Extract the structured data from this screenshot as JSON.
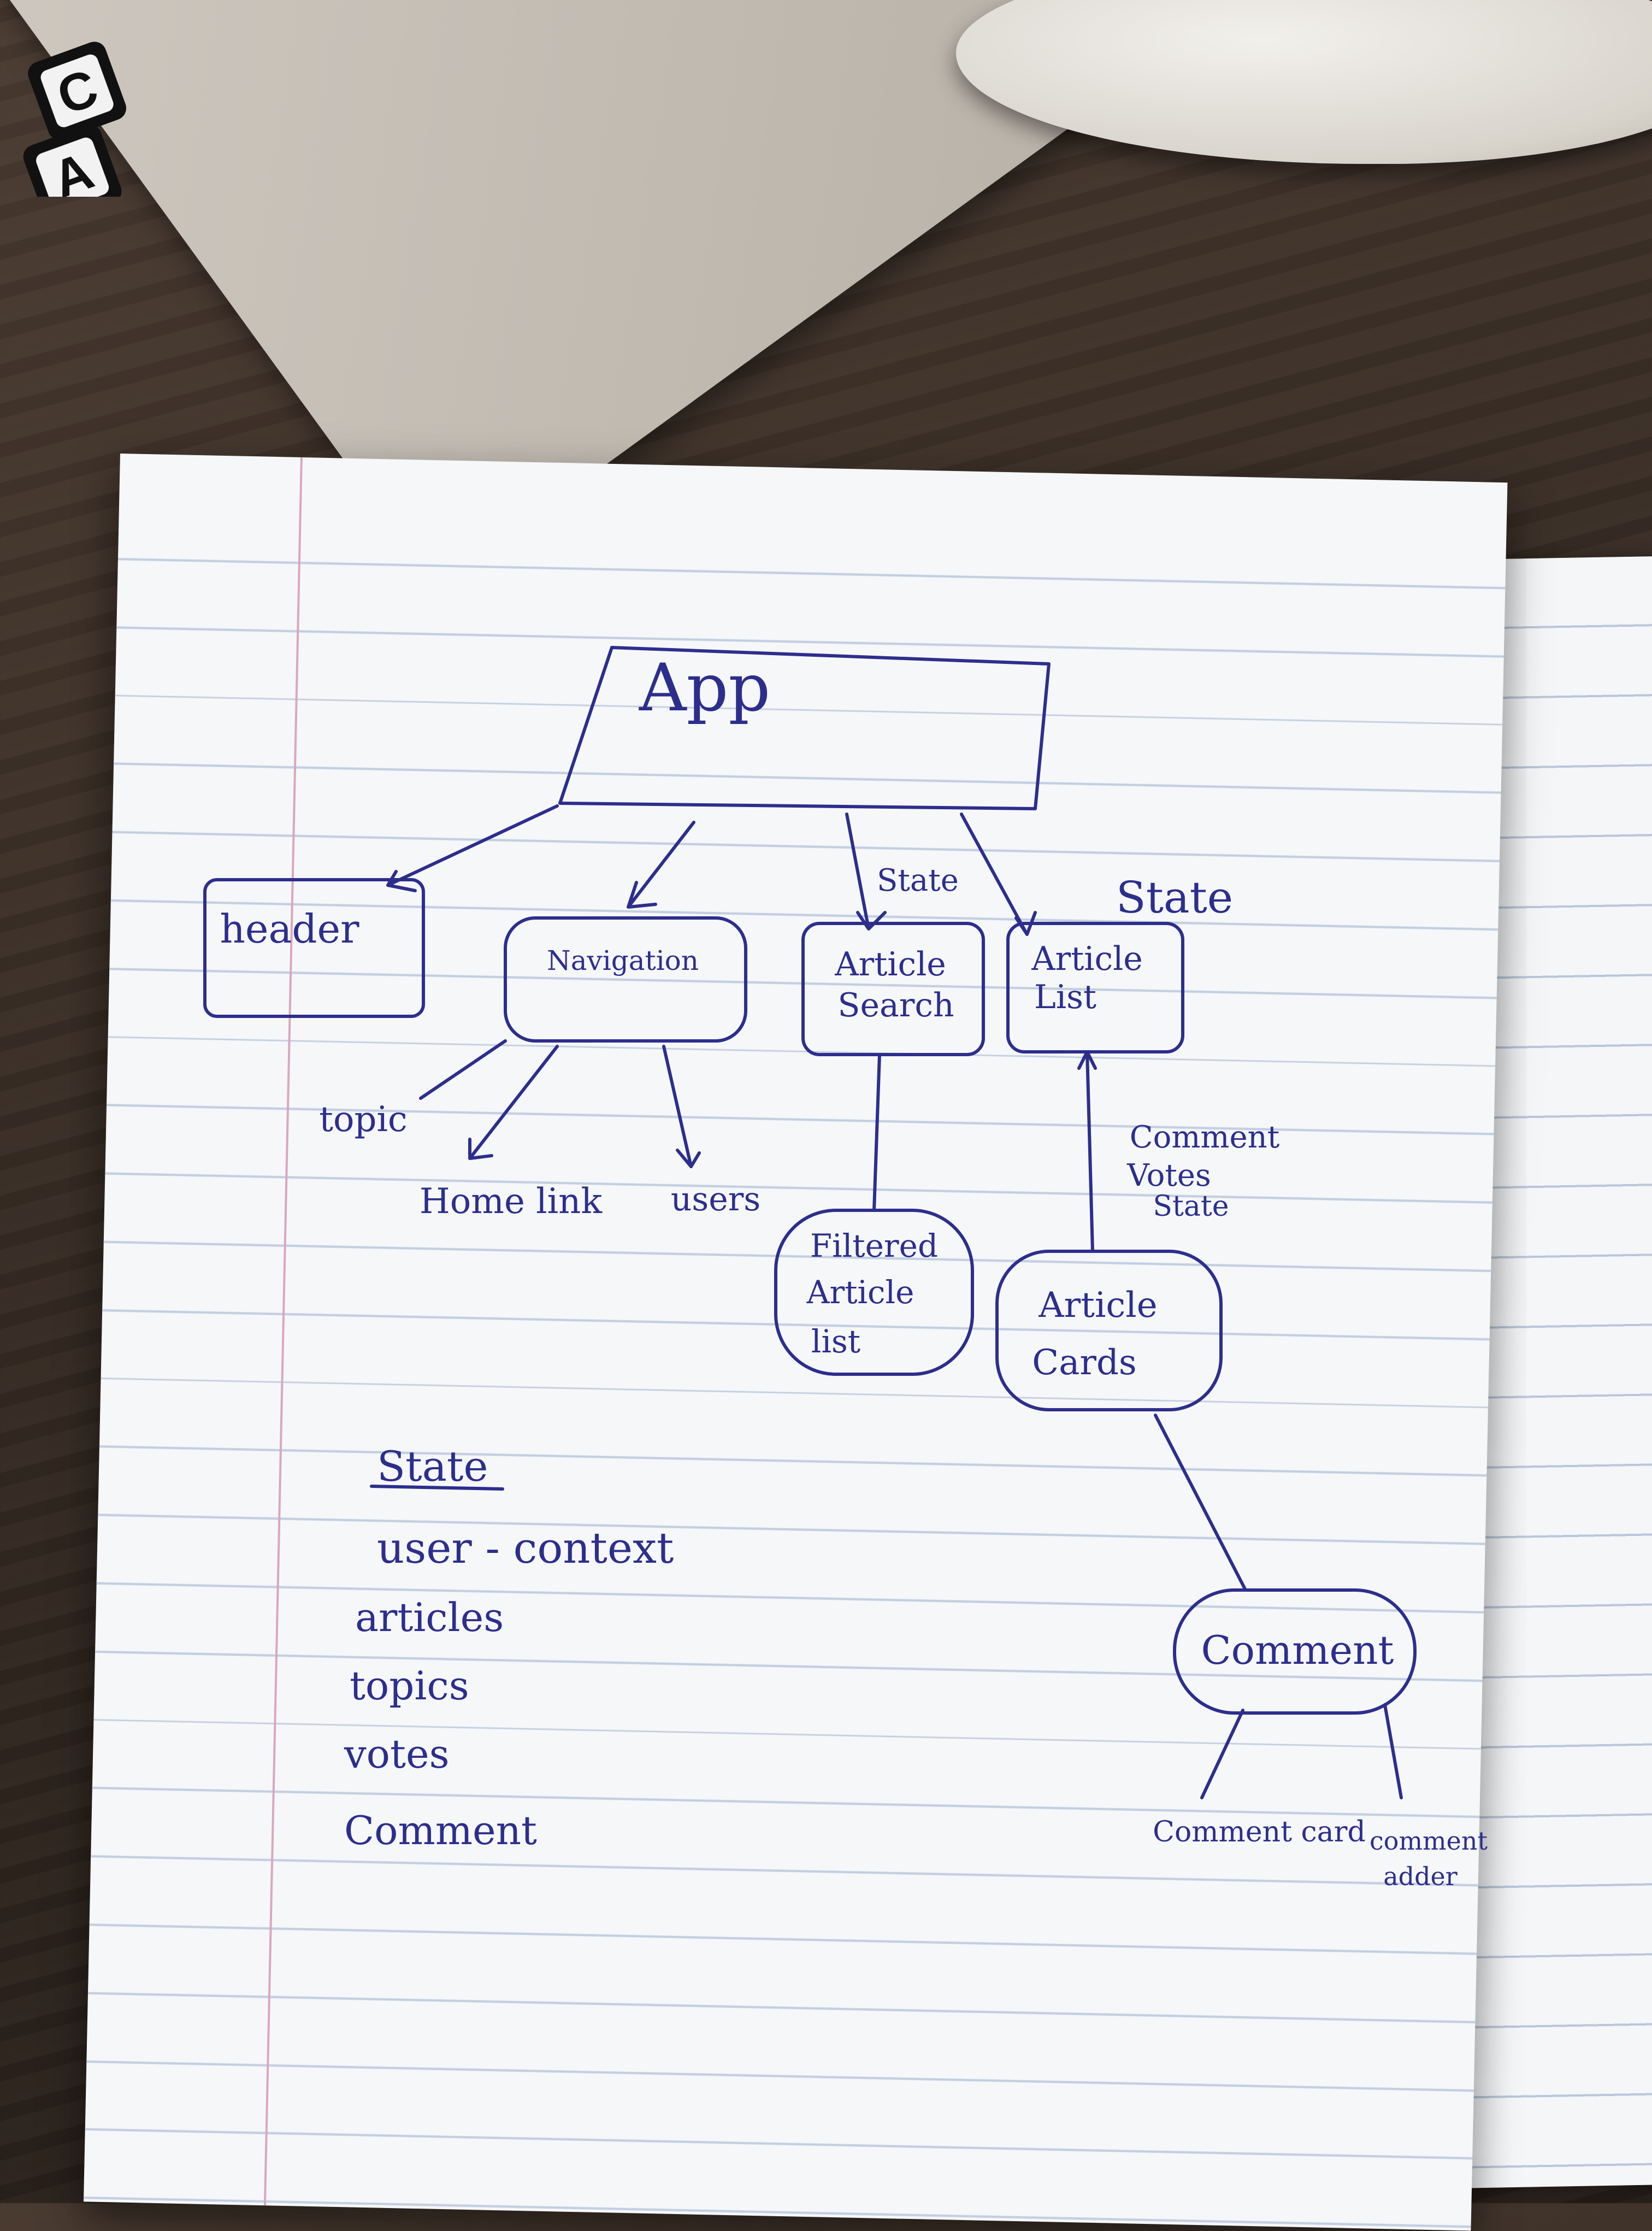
{
  "nodes": {
    "app": "App",
    "header": "header",
    "navigation": "Navigation",
    "article_search": [
      "Article",
      "Search"
    ],
    "article_list": [
      "Article",
      "List"
    ],
    "filtered_article_list": [
      "Filtered",
      "Article",
      "list"
    ],
    "article_cards": [
      "Article",
      "Cards"
    ],
    "comment": "Comment"
  },
  "edge_labels": {
    "state_search": "State",
    "state_list": "State",
    "comment_votes_state": [
      "Comment",
      "Votes",
      "State"
    ]
  },
  "leaves": {
    "topic": "topic",
    "home_link": "Home link",
    "users": "users",
    "comment_card": "Comment card",
    "comment_adder": [
      "comment",
      "adder"
    ]
  },
  "state_legend": {
    "title": "State",
    "items": [
      "user - context",
      "articles",
      "topics",
      "votes",
      "Comment"
    ]
  },
  "sticker_letters": [
    "C",
    "A"
  ],
  "colors": {
    "ink": "#2d2e8c",
    "paper": "#f6f7f9",
    "rule_line": "#c2cee0",
    "margin_line": "#d9a7c0",
    "desk": "#3a2e26"
  }
}
